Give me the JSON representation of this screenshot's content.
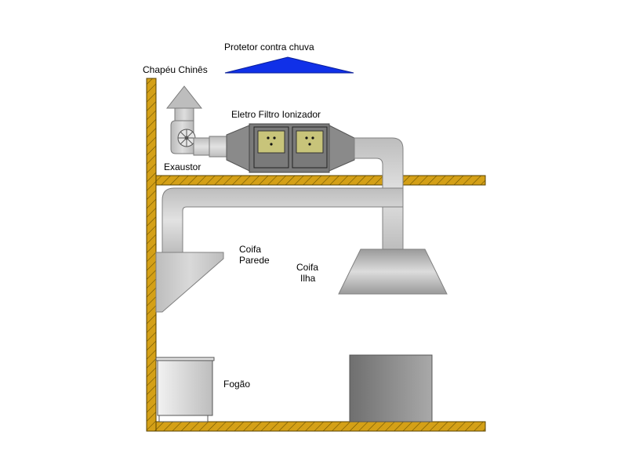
{
  "labels": {
    "rain_protector": "Protetor contra chuva",
    "chinese_hat": "Chapéu Chinês",
    "ionizer_filter": "Eletro Filtro Ionizador",
    "exhaust": "Exaustor",
    "wall_hood_line1": "Coifa",
    "wall_hood_line2": "Parede",
    "island_hood_line1": "Coifa",
    "island_hood_line2": "Ilha",
    "stove": "Fogão"
  },
  "colors": {
    "wood": "#d4a017",
    "wood_stroke": "#5a4300",
    "duct": "#c9c9c9",
    "duct_stroke": "#808080",
    "rain_cap": "#1030e8",
    "filter_body": "#7a7a7a",
    "filter_panel": "#c8c47a",
    "stove_front": "#d6d6d6",
    "counter": "#8a8a8a"
  },
  "icons": {
    "fan": "fan-icon",
    "filter_dots": "filter-dots-icon"
  }
}
